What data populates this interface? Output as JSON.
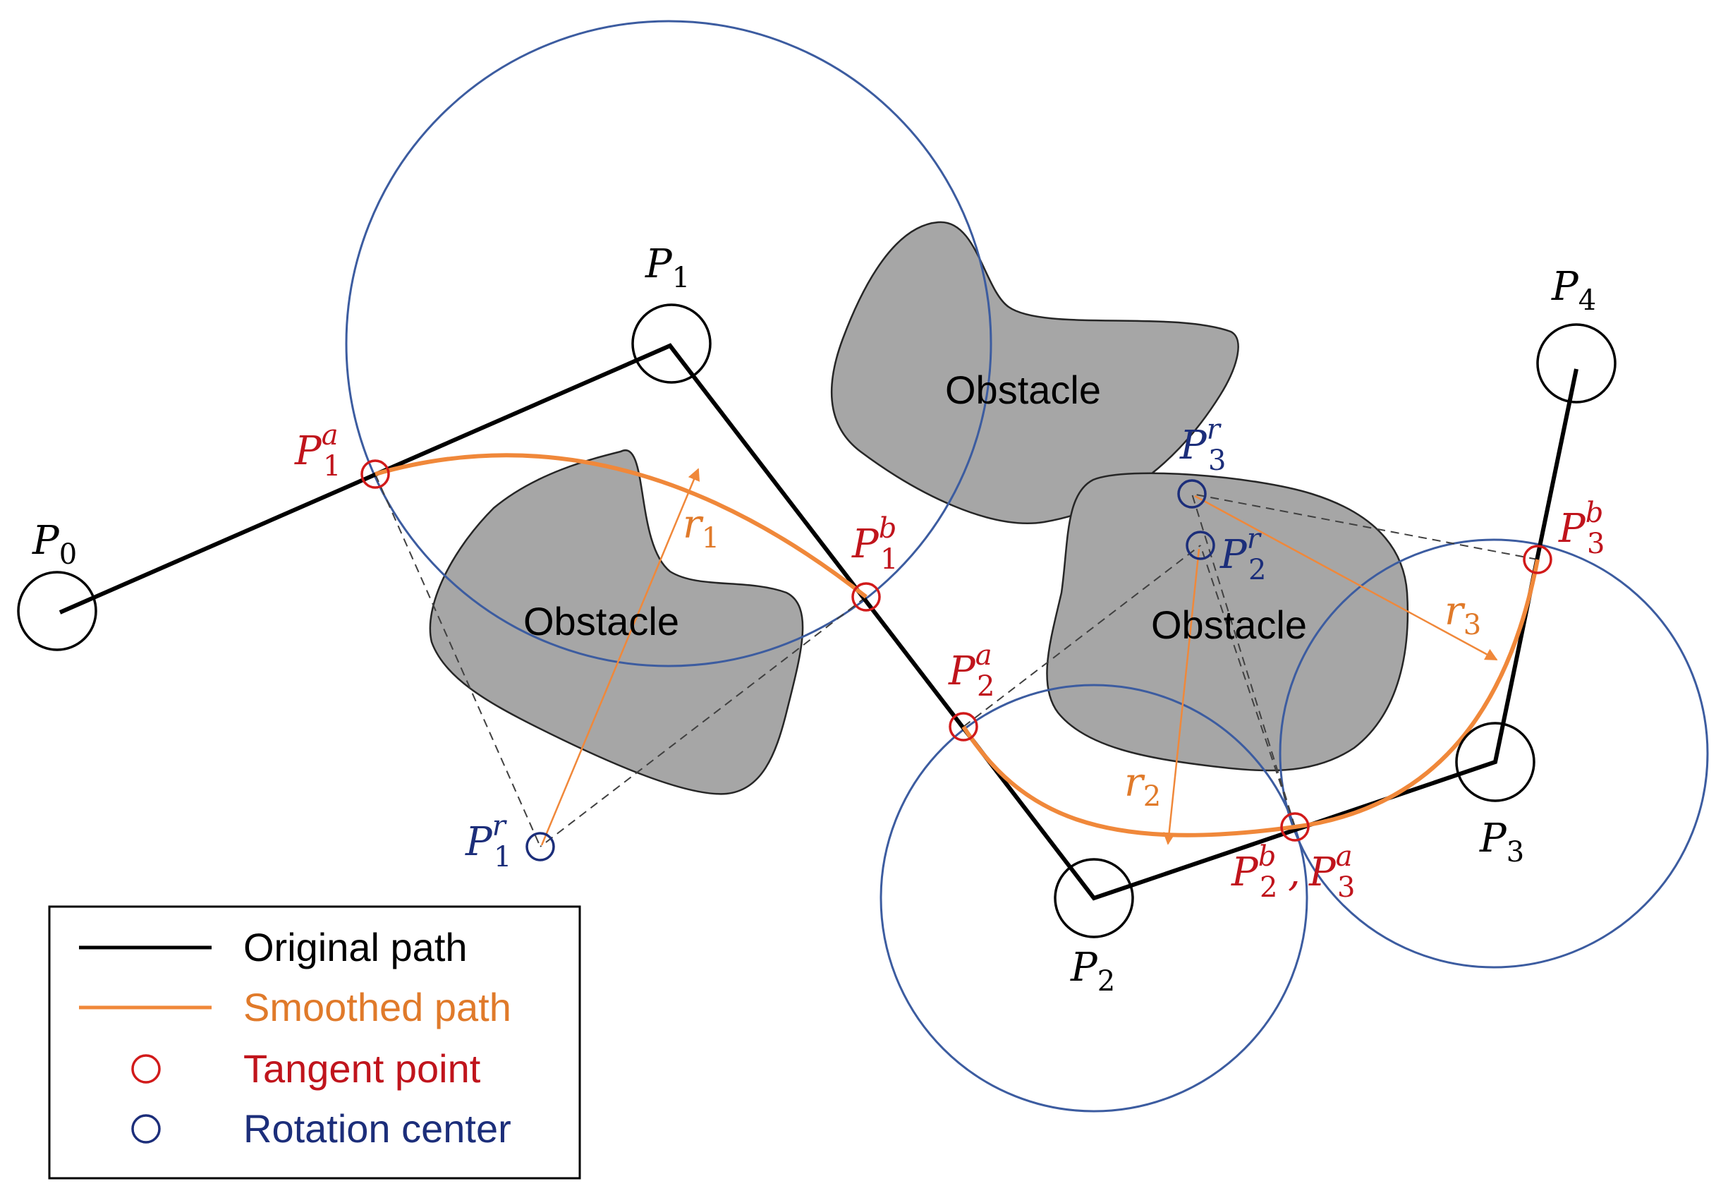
{
  "obstacles": [
    "Obstacle",
    "Obstacle",
    "Obstacle"
  ],
  "points": {
    "p0": {
      "base": "P",
      "sub": "0"
    },
    "p1": {
      "base": "P",
      "sub": "1"
    },
    "p2": {
      "base": "P",
      "sub": "2"
    },
    "p3": {
      "base": "P",
      "sub": "3"
    },
    "p4": {
      "base": "P",
      "sub": "4"
    }
  },
  "tangent_points": {
    "p1a": {
      "base": "P",
      "sub": "1",
      "sup": "a"
    },
    "p1b": {
      "base": "P",
      "sub": "1",
      "sup": "b"
    },
    "p2a": {
      "base": "P",
      "sub": "2",
      "sup": "a"
    },
    "p3b": {
      "base": "P",
      "sub": "3",
      "sup": "b"
    },
    "p2b_p3a": {
      "base1": "P",
      "sub1": "2",
      "sup1": "b",
      "sep": ",",
      "base2": "P",
      "sub2": "3",
      "sup2": "a"
    }
  },
  "rotation_centers": {
    "p1r": {
      "base": "P",
      "sub": "1",
      "sup": "r"
    },
    "p2r": {
      "base": "P",
      "sub": "2",
      "sup": "r"
    },
    "p3r": {
      "base": "P",
      "sub": "3",
      "sup": "r"
    }
  },
  "radii": {
    "r1": {
      "base": "r",
      "sub": "1"
    },
    "r2": {
      "base": "r",
      "sub": "2"
    },
    "r3": {
      "base": "r",
      "sub": "3"
    }
  },
  "legend": {
    "original_path": "Original path",
    "smoothed_path": "Smoothed path",
    "tangent_point": "Tangent point",
    "rotation_center": "Rotation center"
  },
  "colors": {
    "original_path": "#000000",
    "smoothed_path": "#f0883a",
    "tangent_point": "#c0141c",
    "rotation_center": "#1c2e7a",
    "turning_circle": "#3c5ca0",
    "obstacle_fill": "#a6a6a6"
  }
}
